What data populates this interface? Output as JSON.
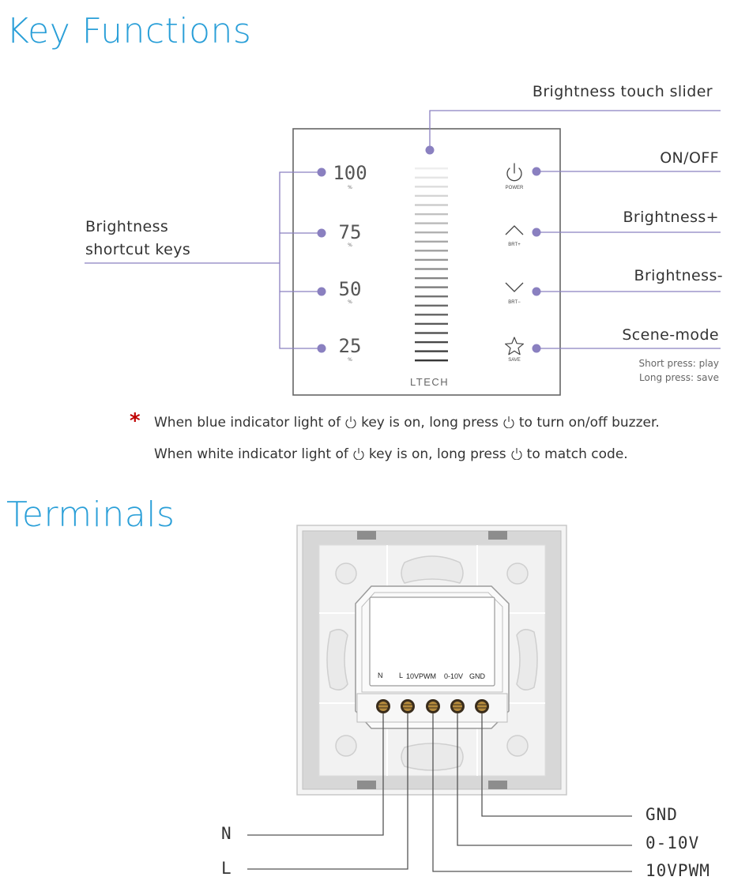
{
  "sections": {
    "key_functions": "Key Functions",
    "terminals": "Terminals"
  },
  "callouts": {
    "slider": "Brightness  touch slider",
    "on_off": "ON/OFF",
    "brightness_up": "Brightness+",
    "brightness_down": "Brightness-",
    "scene_mode": "Scene-mode",
    "short_press": "Short press: play",
    "long_press": "Long press: save",
    "shortcut_line1": "Brightness",
    "shortcut_line2": "shortcut keys"
  },
  "panel": {
    "levels": [
      {
        "value": "100",
        "unit": "%"
      },
      {
        "value": "75",
        "unit": "%"
      },
      {
        "value": "50",
        "unit": "%"
      },
      {
        "value": "25",
        "unit": "%"
      }
    ],
    "keys": {
      "power": "POWER",
      "brt_up": "BRT+",
      "brt_down": "BRT−",
      "save": "SAVE"
    },
    "brand": "LTECH"
  },
  "notes": {
    "mark": "*",
    "line1_a": "When blue indicator light of",
    "line1_b": "key is on, long press",
    "line1_c": "to turn on/off buzzer.",
    "line2_a": "When white indicator light of",
    "line2_b": "key is on, long press",
    "line2_c": "to match code."
  },
  "terminal_block": {
    "labels": [
      "N",
      "L",
      "10VPWM",
      "0-10V",
      "GND"
    ]
  },
  "wires": {
    "n": "N",
    "l": "L",
    "gnd": "GND",
    "zero_ten": "0-10V",
    "pwm": "10VPWM"
  },
  "colors": {
    "title": "#2a9fd8",
    "callout_dot": "#8a80c0",
    "callout_line": "#8a80c0",
    "mark": "#c00000"
  }
}
